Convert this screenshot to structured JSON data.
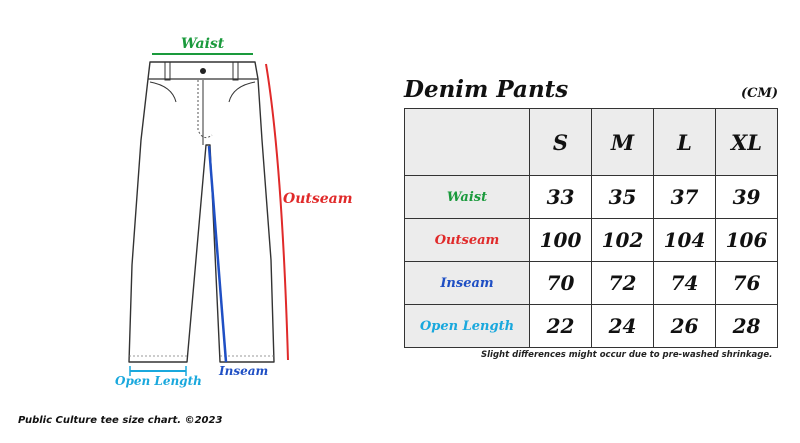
{
  "diagram": {
    "labels": {
      "waist": "Waist",
      "outseam": "Outseam",
      "inseam": "Inseam",
      "open_length": "Open Length"
    }
  },
  "table": {
    "title": "Denim Pants",
    "unit": "(CM)",
    "sizes": [
      "S",
      "M",
      "L",
      "XL"
    ],
    "rows": [
      {
        "label": "Waist",
        "color": "#1a9a3c",
        "values": [
          "33",
          "35",
          "37",
          "39"
        ]
      },
      {
        "label": "Outseam",
        "color": "#e02a2a",
        "values": [
          "100",
          "102",
          "104",
          "106"
        ]
      },
      {
        "label": "Inseam",
        "color": "#1f4fc4",
        "values": [
          "70",
          "72",
          "74",
          "76"
        ]
      },
      {
        "label": "Open Length",
        "color": "#19a8dd",
        "values": [
          "22",
          "24",
          "26",
          "28"
        ]
      }
    ]
  },
  "colors": {
    "waist": "#1a9a3c",
    "outseam": "#e02a2a",
    "inseam": "#1f4fc4",
    "open_length": "#19a8dd"
  },
  "note": "Slight differences might occur due to pre-washed shrinkage.",
  "footer": "Public Culture tee size chart. ©2023"
}
